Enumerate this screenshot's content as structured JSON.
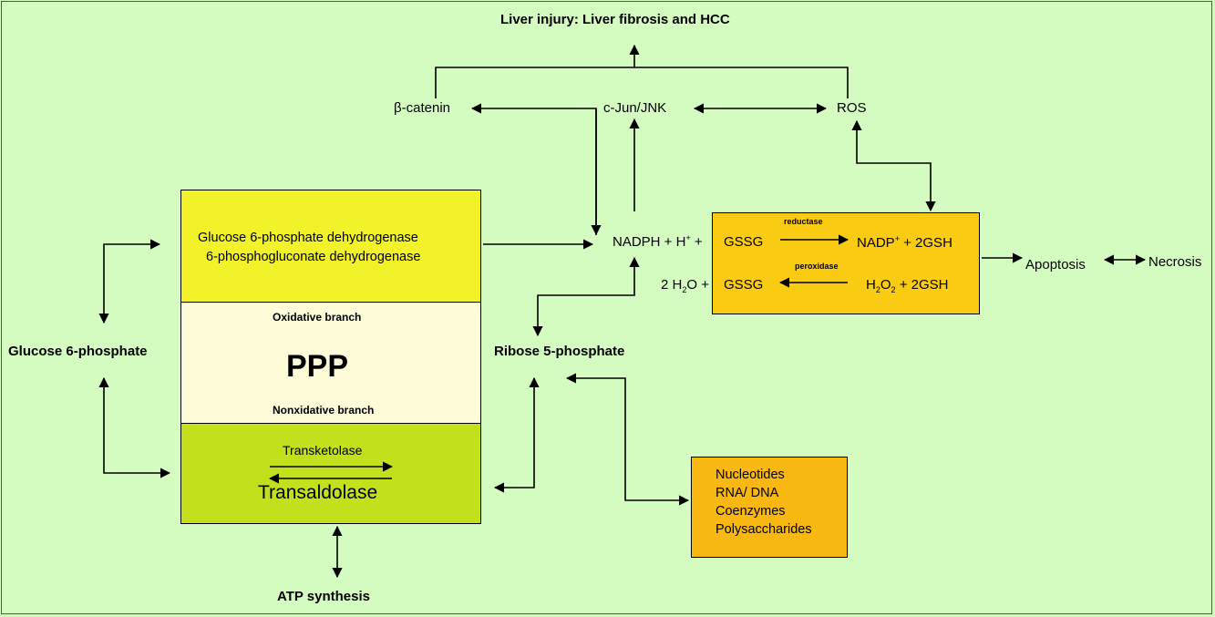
{
  "title": "Liver injury: Liver fibrosis and HCC",
  "nodes": {
    "beta_catenin": "β-catenin",
    "cjun_jnk": "c-Jun/JNK",
    "ros": "ROS",
    "glucose6p": "Glucose 6-phosphate",
    "ribose5p": "Ribose 5-phosphate",
    "atp": "ATP synthesis",
    "apoptosis": "Apoptosis",
    "necrosis": "Necrosis"
  },
  "ppp": {
    "enzyme1": "Glucose 6-phosphate dehydrogenase",
    "enzyme2": "6-phosphogluconate dehydrogenase",
    "oxidative": "Oxidative branch",
    "label": "PPP",
    "nonoxidative": "Nonxidative branch",
    "transketolase": "Transketolase",
    "transaldolase": "Transaldolase"
  },
  "redox": {
    "nadph": "NADPH + H",
    "nadph_sup": "+",
    "nadph_plus": " +",
    "water_a": "2 H",
    "water_sub": "2",
    "water_b": "O +",
    "gssg1": "GSSG",
    "gssg2": "GSSG",
    "reductase": "reductase",
    "peroxidase": "peroxidase",
    "nadp_a": "NADP",
    "nadp_sup": "+",
    "nadp_b": " + 2GSH",
    "h2o2_a": "H",
    "h2o2_sub1": "2",
    "h2o2_b": "O",
    "h2o2_sub2": "2",
    "h2o2_c": " + 2GSH"
  },
  "products": [
    "Nucleotides",
    "RNA/ DNA",
    "Coenzymes",
    "Polysaccharides"
  ],
  "colors": {
    "background": "#d4fbc0",
    "ppp_top": "#f2f22a",
    "ppp_middle": "#fdfbd8",
    "ppp_bottom": "#c4df1c",
    "redox_box": "#f9cb12",
    "products_box": "#f9b712"
  }
}
